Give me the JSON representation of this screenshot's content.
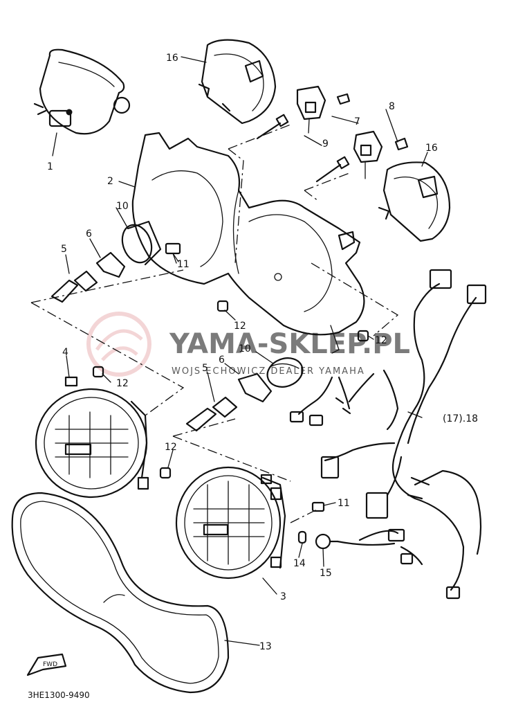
{
  "diagram": {
    "part_code": "3HE1300-9490",
    "front_arrow_label": "FWD",
    "watermark": {
      "title": "YAMA-SKLEP.PL",
      "subtitle": "WOJS  ECHOWICZ  DEALER YAMAHA"
    },
    "callouts": {
      "c1": "1",
      "c2": "2",
      "c3": "3",
      "c4": "4",
      "c5a": "5",
      "c5b": "5",
      "c6a": "6",
      "c6b": "6",
      "c7": "7",
      "c8": "8",
      "c9": "9",
      "c10a": "10",
      "c10b": "10",
      "c11a": "11",
      "c11b": "11",
      "c12a": "12",
      "c12b": "12",
      "c12c": "12",
      "c12d": "12",
      "c13": "13",
      "c14": "14",
      "c15": "15",
      "c16a": "16",
      "c16b": "16",
      "c17": "(17).18"
    }
  }
}
